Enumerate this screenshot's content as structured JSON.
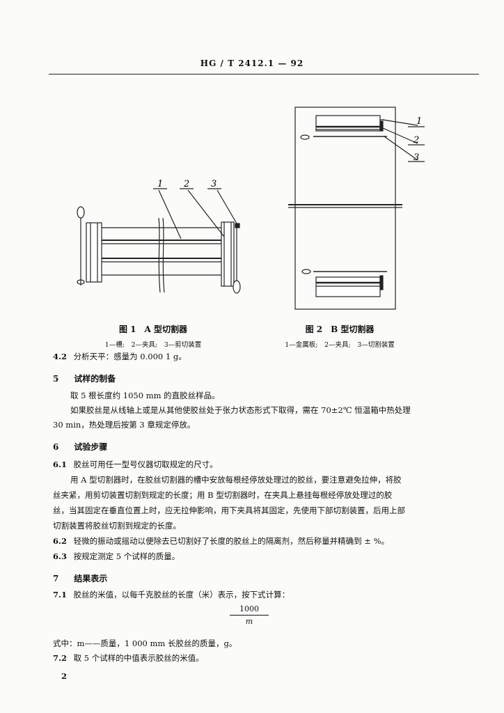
{
  "header": {
    "standard_no": "HG / T 2412.1 — 92"
  },
  "figure1": {
    "callouts": [
      "1",
      "2",
      "3"
    ],
    "caption": "图 1　A 型切割器",
    "legend": "1—槽;　2—夹具;　3—剪切装置"
  },
  "figure2": {
    "callouts": [
      "1",
      "2",
      "3"
    ],
    "caption": "图 2　B 型切割器",
    "legend": "1—金属板;　2—夹具;　3—切割装置"
  },
  "item_4_2": {
    "number": "4.2",
    "text": "分析天平：感量为 0.000 1 g。"
  },
  "section5": {
    "heading_number": "5",
    "heading": "试样的制备",
    "para1": "取 5 根长度约 1050 mm 的直胶丝样品。",
    "para2_line1": "如果胶丝是从线轴上或是从其他使胶丝处于张力状态形式下取得，需在 70±2℃ 恒温箱中热处理",
    "para2_line2": "30 min，热处理后按第 3 章规定停放。"
  },
  "section6": {
    "heading_number": "6",
    "heading": "试验步骤",
    "item_6_1_number": "6.1",
    "item_6_1_line1": "胶丝可用任一型号仪器切取规定的尺寸。",
    "item_6_1_line2": "用 A 型切割器时，在胶丝切割器的槽中安放每根经停放处理过的胶丝，要注意避免拉伸，将胶",
    "item_6_1_line3": "丝夹紧，用剪切装置切割到规定的长度；用 B 型切割器时，在夹具上悬挂每根经停放处理过的胶",
    "item_6_1_line4": "丝，当其固定在垂直位置上时，应无拉伸影响，用下夹具将其固定，先使用下部切割装置，后用上部",
    "item_6_1_line5": "切割装置将胶丝切割到规定的长度。",
    "item_6_2_number": "6.2",
    "item_6_2_text": "轻微的振动或摇动以便除去已切割好了长度的胶丝上的隔离剂，然后称量并精确到 ± %。",
    "item_6_3_number": "6.3",
    "item_6_3_text": "按规定测定 5 个试样的质量。"
  },
  "section7": {
    "heading_number": "7",
    "heading": "结果表示",
    "item_7_1_number": "7.1",
    "item_7_1_text": "胶丝的米值，以每千克胶丝的长度（米）表示，按下式计算：",
    "formula_numerator": "1000",
    "formula_denominator": "m",
    "where_line": "式中：m——质量，1 000 mm 长胶丝的质量，g。",
    "item_7_2_number": "7.2",
    "item_7_2_text": "取 5 个试样的中值表示胶丝的米值。"
  },
  "page_number": "2"
}
